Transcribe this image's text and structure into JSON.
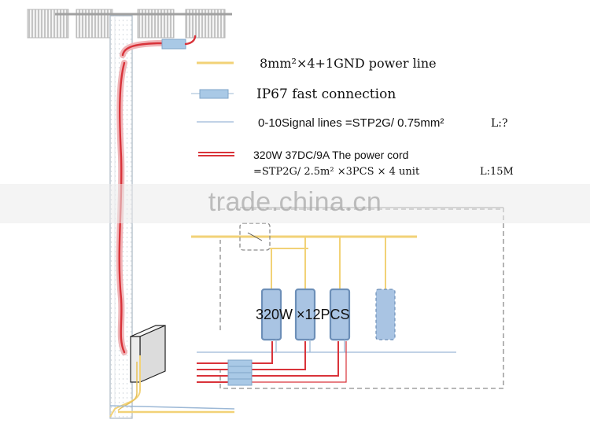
{
  "legend": {
    "power_line": {
      "label": "8mm²×4+1GND  power line",
      "color": "#f2d277"
    },
    "fast_connection": {
      "label": "IP67 fast connection",
      "color": "#a9c9e6"
    },
    "signal_lines": {
      "label": "0-10Signal lines  =STP2G/ 0.75mm²",
      "suffix": "L:?",
      "color": "#9cb8d6"
    },
    "power_cord": {
      "line1": "320W 37DC/9A   The power cord",
      "line2": "=STP2G/ 2.5m²  ×3PCS  × 4 unit",
      "length": "L:15M",
      "color": "#d9333a"
    }
  },
  "drivers": {
    "label": "320W ×12PCS",
    "count_solid": 3,
    "count_dashed": 1,
    "fill": "#a9c4e3",
    "stroke": "#6d8fb8"
  },
  "watermark": "trade.china.cn",
  "colors": {
    "pole_line": "#aab7c3",
    "dashed_box": "#8c8c8c",
    "lamp": "#c9c9c9"
  }
}
